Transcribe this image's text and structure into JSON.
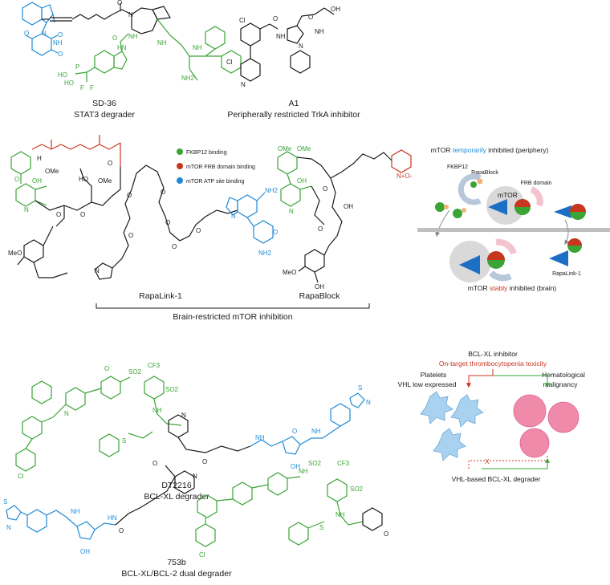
{
  "colors": {
    "green": "#3aa535",
    "blue": "#1f8ad6",
    "red": "#c9361f",
    "dark": "#1a1a1a",
    "grey": "#d9d9d9",
    "pink": "#f2c4cf",
    "steel": "#b8c7d9",
    "arrow_blue": "#1c6fc4",
    "orange": "#f0b47b",
    "cell_blue": "#a9d2f0",
    "cell_pink": "#f08aaa"
  },
  "molecules": {
    "sd36": {
      "name": "SD-36",
      "desc": "STAT3 degrader"
    },
    "a1": {
      "name": "A1",
      "desc": "Peripherally restricted TrkA inhibitor"
    },
    "rapalink": {
      "name": "RapaLink-1"
    },
    "rapablock": {
      "name": "RapaBlock"
    },
    "mtor_caption": "Brain-restricted mTOR inhibition",
    "dt2216": {
      "name": "DT2216",
      "desc": "BCL-XL degrader"
    },
    "b753": {
      "name": "753b",
      "desc": "BCL-XL/BCL-2 dual degrader"
    }
  },
  "legend": [
    {
      "label": "FKBP12 binding",
      "color": "#3aa535"
    },
    {
      "label": "mTOR FRB domain binding",
      "color": "#c9361f"
    },
    {
      "label": "mTOR ATP site binding",
      "color": "#1f8ad6"
    }
  ],
  "mtor_scheme": {
    "title_pre": "mTOR ",
    "title_mid": "temporarily",
    "title_post": " inhibited (periphery)",
    "fkbp12": "FKBP12",
    "rapablock": "RapaBlock",
    "frb": "FRB domain",
    "mtor": "mTOR",
    "rapalink": "RapaLink-1",
    "bottom_pre": "mTOR ",
    "bottom_mid": "stably",
    "bottom_post": " inhibited (brain)"
  },
  "bcl_scheme": {
    "title": "BCL-XL inhibitor",
    "toxicity": "On-target thrombocytopenia toxicity",
    "platelets": "Platelets",
    "vhl_low": "VHL low expressed",
    "hematological": "Hematological",
    "malignancy": "malignancy",
    "degrader": "VHL-based BCL-XL degrader",
    "x_mark": "X"
  },
  "atoms": {
    "O": "O",
    "N": "N",
    "NH": "NH",
    "HN": "HN",
    "H": "H",
    "S": "S",
    "NH2": "NH2",
    "OH": "OH",
    "Cl": "Cl",
    "F": "F",
    "P": "P",
    "HO": "HO",
    "OMe": "OMe",
    "MeO": "MeO",
    "CF3": "CF3",
    "SO2": "SO2",
    "NO": "N+O-"
  }
}
